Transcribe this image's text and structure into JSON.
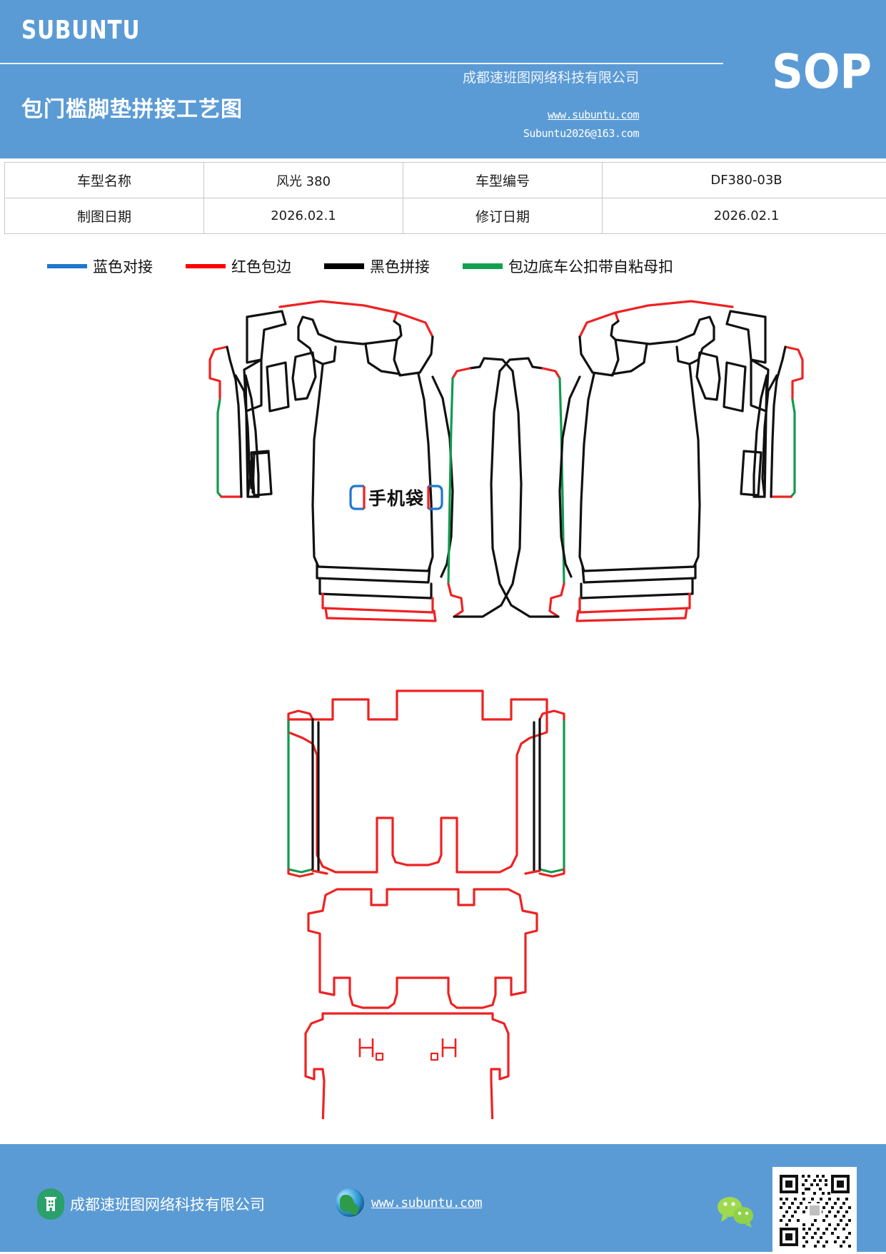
{
  "header": {
    "brand": "SUBUNTU",
    "doc_title": "包门槛脚垫拼接工艺图",
    "sop_label": "SOP",
    "company": "成都速班图网络科技有限公司",
    "website": "www.subuntu.com",
    "email": "Subuntu2026@163.com",
    "bg_color": "#5B9BD5"
  },
  "info_table": {
    "rows": [
      {
        "label1": "车型名称",
        "value1": "风光 380",
        "label2": "车型编号",
        "value2": "DF380-03B"
      },
      {
        "label1": "制图日期",
        "value1": "2026.02.1",
        "label2": "修订日期",
        "value2": "2026.02.1"
      }
    ]
  },
  "legend": {
    "items": [
      {
        "color": "#1F77D0",
        "label": "蓝色对接"
      },
      {
        "color": "#FF0000",
        "label": "红色包边"
      },
      {
        "color": "#000000",
        "label": "黑色拼接"
      },
      {
        "color": "#12A050",
        "label": "包边底车公扣带自粘母扣"
      }
    ]
  },
  "drawing": {
    "pocket_label": "手机袋",
    "pocket_bracket_left_color": "#1F77D0",
    "pocket_bracket_right_color": "#1F77D0",
    "pocket_bracket_accent_color": "#FF0000",
    "parts": [
      {
        "name": "front-left-sill-assembly",
        "position": "upper-left"
      },
      {
        "name": "front-right-sill-assembly",
        "position": "upper-right"
      },
      {
        "name": "front-row-floor-mat",
        "position": "middle"
      },
      {
        "name": "second-row-floor-mat",
        "position": "lower-middle"
      },
      {
        "name": "third-row-trunk-mat",
        "position": "bottom"
      }
    ],
    "stroke_colors": {
      "red": "#EE2222",
      "black": "#111111",
      "green": "#109A4E",
      "blue": "#1F77D0"
    }
  },
  "footer": {
    "company": "成都速班图网络科技有限公司",
    "website": "www.subuntu.com",
    "bg_color": "#5B9BD5",
    "building_icon": "building-icon",
    "globe_icon": "globe-icon",
    "wechat_icon": "wechat-icon",
    "qr_icon": "qr-code"
  }
}
